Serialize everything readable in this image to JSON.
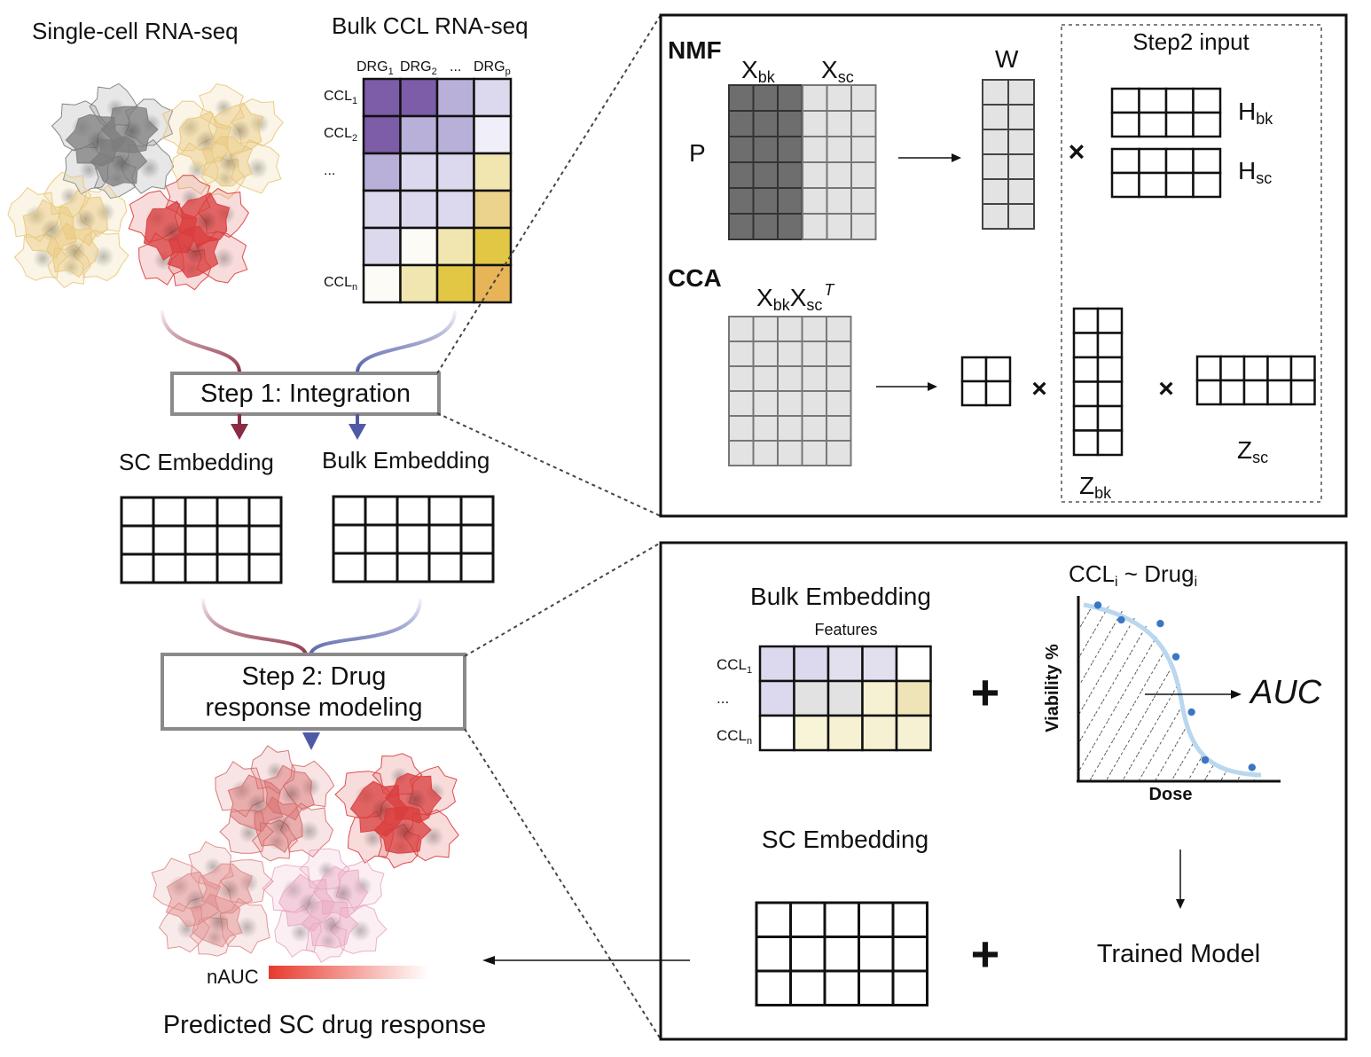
{
  "left_panel": {
    "sc_title": "Single-cell RNA-seq",
    "bulk_title": "Bulk CCL RNA-seq",
    "drug_headers": [
      {
        "base": "DRG",
        "sub": "1"
      },
      {
        "base": "DRG",
        "sub": "2"
      },
      {
        "base": "...",
        "sub": ""
      },
      {
        "base": "DRG",
        "sub": "p"
      }
    ],
    "ccl_row_labels": [
      {
        "base": "CCL",
        "sub": "1"
      },
      {
        "base": "CCL",
        "sub": "2"
      },
      {
        "base": "...",
        "sub": ""
      },
      {
        "base": "",
        "sub": ""
      },
      {
        "base": "",
        "sub": ""
      },
      {
        "base": "CCL",
        "sub": "n"
      }
    ],
    "heatmap_colors": [
      [
        "#7d5ca8",
        "#7d5ca8",
        "#b8b0d8",
        "#dcd9ee"
      ],
      [
        "#7d5ca8",
        "#b8b0d8",
        "#b8b0d8",
        "#f0eef8"
      ],
      [
        "#b8b0d8",
        "#dcd9ee",
        "#dcd9ee",
        "#f2e6b0"
      ],
      [
        "#dcd9ee",
        "#dcd9ee",
        "#dcd9ee",
        "#ecd38d"
      ],
      [
        "#dcd9ee",
        "#fdfbf5",
        "#f2e6b0",
        "#e2c744"
      ],
      [
        "#fdfbf5",
        "#f2e6b0",
        "#e2c744",
        "#e8b458"
      ]
    ],
    "step1_label": "Step 1: Integration",
    "sc_embedding_label": "SC Embedding",
    "bulk_embedding_label": "Bulk Embedding",
    "step2_line1": "Step 2: Drug",
    "step2_line2": "response modeling",
    "nauc_label": "nAUC",
    "predicted_label": "Predicted SC drug response"
  },
  "integration_panel": {
    "nmf_label": "NMF",
    "xbk": {
      "base": "X",
      "sub": "bk"
    },
    "xsc": {
      "base": "X",
      "sub": "sc"
    },
    "p_label": "P",
    "w_label": "W",
    "step2_input_label": "Step2 input",
    "hbk": {
      "base": "H",
      "sub": "bk"
    },
    "hsc": {
      "base": "H",
      "sub": "sc"
    },
    "times_symbol": "×",
    "cca_label": "CCA",
    "xbk_xsc_t": {
      "a": "X",
      "a_sub": "bk",
      "b": "X",
      "b_sub": "sc",
      "sup": "T"
    },
    "zbk": {
      "base": "Z",
      "sub": "bk"
    },
    "zsc": {
      "base": "Z",
      "sub": "sc"
    }
  },
  "modeling_panel": {
    "bulk_embedding_title": "Bulk Embedding",
    "features_label": "Features",
    "row_labels": [
      {
        "base": "CCL",
        "sub": "1"
      },
      {
        "base": "...",
        "sub": ""
      },
      {
        "base": "CCL",
        "sub": "n"
      }
    ],
    "feature_colors": [
      [
        "#dcd9ee",
        "#dcd9ee",
        "#e2e0ee",
        "#e2e0ee",
        "#ffffff"
      ],
      [
        "#dcd9ee",
        "#e2e2e2",
        "#e2e2e2",
        "#f6f1d2",
        "#efe3b8"
      ],
      [
        "#ffffff",
        "#f8f4d8",
        "#f6f1d2",
        "#f6f1d2",
        "#f6f1d2"
      ]
    ],
    "plus_symbol": "+",
    "curve_title": {
      "a": "CCL",
      "a_sub": "i",
      "mid": " ~ ",
      "b": "Drug",
      "b_sub": "i"
    },
    "y_axis_label": "Viability %",
    "x_axis_label": "Dose",
    "auc_label": "AUC",
    "sc_embedding_title": "SC Embedding",
    "trained_model_label": "Trained Model"
  },
  "colors": {
    "sc_arrow": "#8b2c42",
    "bulk_arrow": "#4f5aa5",
    "curve": "#b9d7ef",
    "points": "#3a76c4",
    "gradient_start": "#e8392d"
  },
  "dose_response_points": [
    {
      "dose": 0.1,
      "viability": 0.95
    },
    {
      "dose": 0.22,
      "viability": 0.87
    },
    {
      "dose": 0.42,
      "viability": 0.85
    },
    {
      "dose": 0.5,
      "viability": 0.67
    },
    {
      "dose": 0.58,
      "viability": 0.37
    },
    {
      "dose": 0.65,
      "viability": 0.11
    },
    {
      "dose": 0.89,
      "viability": 0.07
    }
  ]
}
